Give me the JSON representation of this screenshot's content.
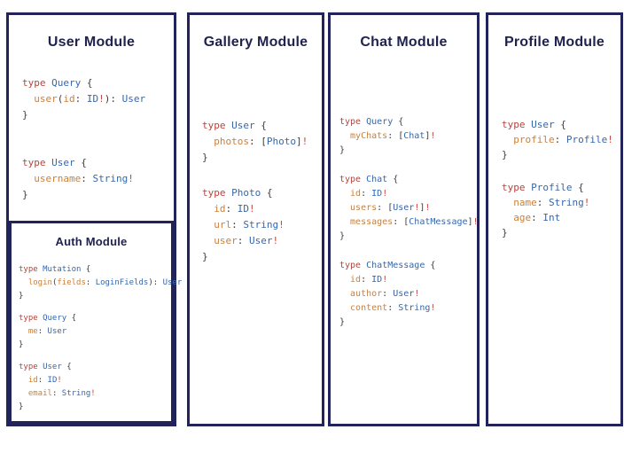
{
  "colors": {
    "border": "#23235c",
    "title": "#20224f",
    "keyword": "#b5443c",
    "type_name": "#3567ae",
    "field_name": "#c9803d",
    "punctuation": "#3d3d3d",
    "bang": "#c8463f",
    "background": "#ffffff"
  },
  "modules": [
    {
      "title": "User Module",
      "blocks": [
        [
          [
            [
              "kw",
              "type "
            ],
            [
              "ty",
              "Query "
            ],
            [
              "pu",
              "{"
            ]
          ],
          [
            [
              "fl",
              "  user"
            ],
            [
              "pu",
              "("
            ],
            [
              "fl",
              "id"
            ],
            [
              "pu",
              ": "
            ],
            [
              "ty",
              "ID"
            ],
            [
              "bg",
              "!"
            ],
            [
              "pu",
              "): "
            ],
            [
              "ty",
              "User"
            ]
          ],
          [
            [
              "pu",
              "}"
            ]
          ]
        ],
        [
          [
            [
              "kw",
              "type "
            ],
            [
              "ty",
              "User "
            ],
            [
              "pu",
              "{"
            ]
          ],
          [
            [
              "fl",
              "  username"
            ],
            [
              "pu",
              ": "
            ],
            [
              "ty",
              "String"
            ],
            [
              "bg",
              "!"
            ]
          ],
          [
            [
              "pu",
              "}"
            ]
          ]
        ]
      ]
    },
    {
      "title": "Auth Module",
      "blocks": [
        [
          [
            [
              "kw",
              "type "
            ],
            [
              "ty",
              "Mutation "
            ],
            [
              "pu",
              "{"
            ]
          ],
          [
            [
              "fl",
              "  login"
            ],
            [
              "pu",
              "("
            ],
            [
              "fl",
              "fields"
            ],
            [
              "pu",
              ": "
            ],
            [
              "ty",
              "LoginFields"
            ],
            [
              "pu",
              "): "
            ],
            [
              "ty",
              "User"
            ]
          ],
          [
            [
              "pu",
              "}"
            ]
          ]
        ],
        [
          [
            [
              "kw",
              "type "
            ],
            [
              "ty",
              "Query "
            ],
            [
              "pu",
              "{"
            ]
          ],
          [
            [
              "fl",
              "  me"
            ],
            [
              "pu",
              ": "
            ],
            [
              "ty",
              "User"
            ]
          ],
          [
            [
              "pu",
              "}"
            ]
          ]
        ],
        [
          [
            [
              "kw",
              "type "
            ],
            [
              "ty",
              "User "
            ],
            [
              "pu",
              "{"
            ]
          ],
          [
            [
              "fl",
              "  id"
            ],
            [
              "pu",
              ": "
            ],
            [
              "ty",
              "ID"
            ],
            [
              "bg",
              "!"
            ]
          ],
          [
            [
              "fl",
              "  email"
            ],
            [
              "pu",
              ": "
            ],
            [
              "ty",
              "String"
            ],
            [
              "bg",
              "!"
            ]
          ],
          [
            [
              "pu",
              "}"
            ]
          ]
        ]
      ]
    },
    {
      "title": "Gallery Module",
      "blocks": [
        [
          [
            [
              "kw",
              "type "
            ],
            [
              "ty",
              "User "
            ],
            [
              "pu",
              "{"
            ]
          ],
          [
            [
              "fl",
              "  photos"
            ],
            [
              "pu",
              ": ["
            ],
            [
              "ty",
              "Photo"
            ],
            [
              "pu",
              "]"
            ],
            [
              "bg",
              "!"
            ]
          ],
          [
            [
              "pu",
              "}"
            ]
          ]
        ],
        [
          [
            [
              "kw",
              "type "
            ],
            [
              "ty",
              "Photo "
            ],
            [
              "pu",
              "{"
            ]
          ],
          [
            [
              "fl",
              "  id"
            ],
            [
              "pu",
              ": "
            ],
            [
              "ty",
              "ID"
            ],
            [
              "bg",
              "!"
            ]
          ],
          [
            [
              "fl",
              "  url"
            ],
            [
              "pu",
              ": "
            ],
            [
              "ty",
              "String"
            ],
            [
              "bg",
              "!"
            ]
          ],
          [
            [
              "fl",
              "  user"
            ],
            [
              "pu",
              ": "
            ],
            [
              "ty",
              "User"
            ],
            [
              "bg",
              "!"
            ]
          ],
          [
            [
              "pu",
              "}"
            ]
          ]
        ]
      ]
    },
    {
      "title": "Chat Module",
      "blocks": [
        [
          [
            [
              "kw",
              "type "
            ],
            [
              "ty",
              "Query "
            ],
            [
              "pu",
              "{"
            ]
          ],
          [
            [
              "fl",
              "  myChats"
            ],
            [
              "pu",
              ": ["
            ],
            [
              "ty",
              "Chat"
            ],
            [
              "pu",
              "]"
            ],
            [
              "bg",
              "!"
            ]
          ],
          [
            [
              "pu",
              "}"
            ]
          ]
        ],
        [
          [
            [
              "kw",
              "type "
            ],
            [
              "ty",
              "Chat "
            ],
            [
              "pu",
              "{"
            ]
          ],
          [
            [
              "fl",
              "  id"
            ],
            [
              "pu",
              ": "
            ],
            [
              "ty",
              "ID"
            ],
            [
              "bg",
              "!"
            ]
          ],
          [
            [
              "fl",
              "  users"
            ],
            [
              "pu",
              ": ["
            ],
            [
              "ty",
              "User"
            ],
            [
              "bg",
              "!"
            ],
            [
              "pu",
              "]"
            ],
            [
              "bg",
              "!"
            ]
          ],
          [
            [
              "fl",
              "  messages"
            ],
            [
              "pu",
              ": ["
            ],
            [
              "ty",
              "ChatMessage"
            ],
            [
              "pu",
              "]"
            ],
            [
              "bg",
              "!"
            ]
          ],
          [
            [
              "pu",
              "}"
            ]
          ]
        ],
        [
          [
            [
              "kw",
              "type "
            ],
            [
              "ty",
              "ChatMessage "
            ],
            [
              "pu",
              "{"
            ]
          ],
          [
            [
              "fl",
              "  id"
            ],
            [
              "pu",
              ": "
            ],
            [
              "ty",
              "ID"
            ],
            [
              "bg",
              "!"
            ]
          ],
          [
            [
              "fl",
              "  author"
            ],
            [
              "pu",
              ": "
            ],
            [
              "ty",
              "User"
            ],
            [
              "bg",
              "!"
            ]
          ],
          [
            [
              "fl",
              "  content"
            ],
            [
              "pu",
              ": "
            ],
            [
              "ty",
              "String"
            ],
            [
              "bg",
              "!"
            ]
          ],
          [
            [
              "pu",
              "}"
            ]
          ]
        ]
      ]
    },
    {
      "title": "Profile Module",
      "blocks": [
        [
          [
            [
              "kw",
              "type "
            ],
            [
              "ty",
              "User "
            ],
            [
              "pu",
              "{"
            ]
          ],
          [
            [
              "fl",
              "  profile"
            ],
            [
              "pu",
              ": "
            ],
            [
              "ty",
              "Profile"
            ],
            [
              "bg",
              "!"
            ]
          ],
          [
            [
              "pu",
              "}"
            ]
          ]
        ],
        [
          [
            [
              "kw",
              "type "
            ],
            [
              "ty",
              "Profile "
            ],
            [
              "pu",
              "{"
            ]
          ],
          [
            [
              "fl",
              "  name"
            ],
            [
              "pu",
              ": "
            ],
            [
              "ty",
              "String"
            ],
            [
              "bg",
              "!"
            ]
          ],
          [
            [
              "fl",
              "  age"
            ],
            [
              "pu",
              ": "
            ],
            [
              "ty",
              "Int"
            ]
          ],
          [
            [
              "pu",
              "}"
            ]
          ]
        ]
      ]
    }
  ]
}
